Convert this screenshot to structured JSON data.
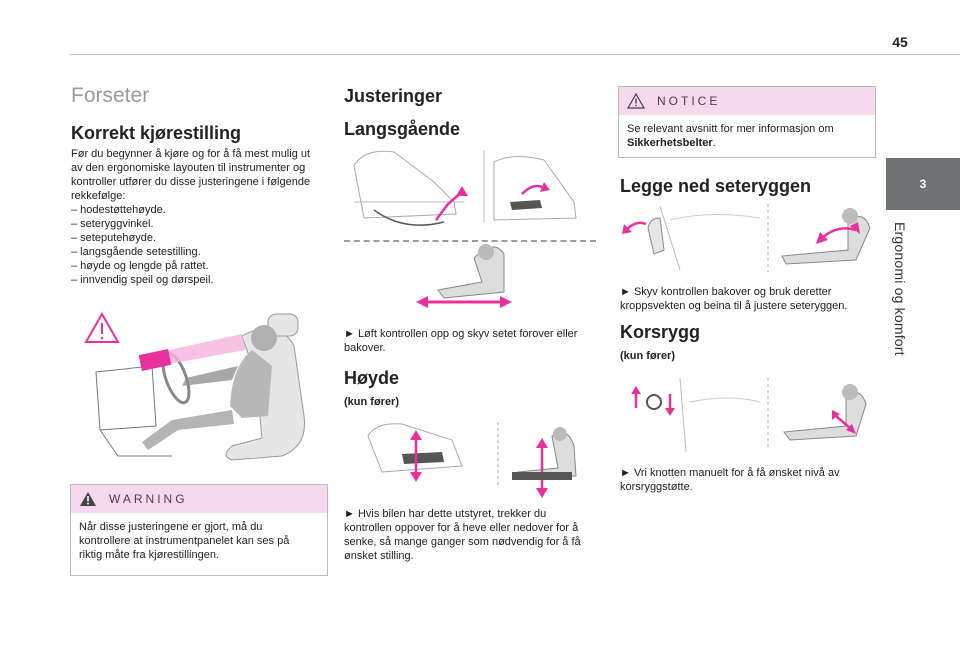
{
  "header": {
    "page_number": "45"
  },
  "side_tab": {
    "chapter_number": "3",
    "chapter_label": "Ergonomi og komfort"
  },
  "col1": {
    "section_title": "Forseter",
    "heading": "Korrekt kjørestilling",
    "lines": [
      "Før du begynner å kjøre og for å få mest mulig ut",
      "av den ergonomiske layouten til instrumenter og",
      "kontroller utfører du disse justeringene i følgende",
      "rekkefølge:",
      "– hodestøttehøyde.",
      "– seteryggvinkel.",
      "– seteputehøyde.",
      "– langsgående setestilling.",
      "– høyde og lengde på rattet.",
      "– innvendig speil og dørspeil."
    ],
    "warning": {
      "title": "WARNING",
      "lines": [
        "Når disse justeringene er gjort, må du",
        "kontrollere at instrumentpanelet kan ses på",
        "riktig måte fra kjørestillingen."
      ]
    }
  },
  "col2": {
    "heading": "Justeringer",
    "sub1": "Langsgående",
    "text1": [
      "► Løft kontrollen opp og skyv setet forover eller",
      "bakover."
    ],
    "sub2": "Høyde",
    "sub2_note": "(kun fører)",
    "text2": [
      "► Hvis bilen har dette utstyret, trekker du",
      "kontrollen oppover for å heve eller nedover for å",
      "senke, så mange ganger som nødvendig for å få",
      "ønsket stilling."
    ]
  },
  "col3": {
    "notice": {
      "title": "NOTICE",
      "line1": "Se relevant avsnitt for mer informasjon om",
      "line2_bold": "Sikkerhetsbelter",
      "line2_end": "."
    },
    "heading1": "Legge ned seteryggen",
    "text1": [
      "► Skyv kontrollen bakover og bruk deretter",
      "kroppsvekten og beina til å justere seteryggen."
    ],
    "heading2": "Korsrygg",
    "heading2_note": "(kun fører)",
    "text2": [
      "► Vri knotten manuelt for å få ønsket nivå av",
      "korsryggstøtte."
    ]
  },
  "colors": {
    "accent_magenta": "#e8319c",
    "tab_grey": "#6e7273",
    "box_header": "#f6d9ef"
  },
  "icons": [
    "warning-triangle-icon",
    "seat-adjust-illustration"
  ]
}
